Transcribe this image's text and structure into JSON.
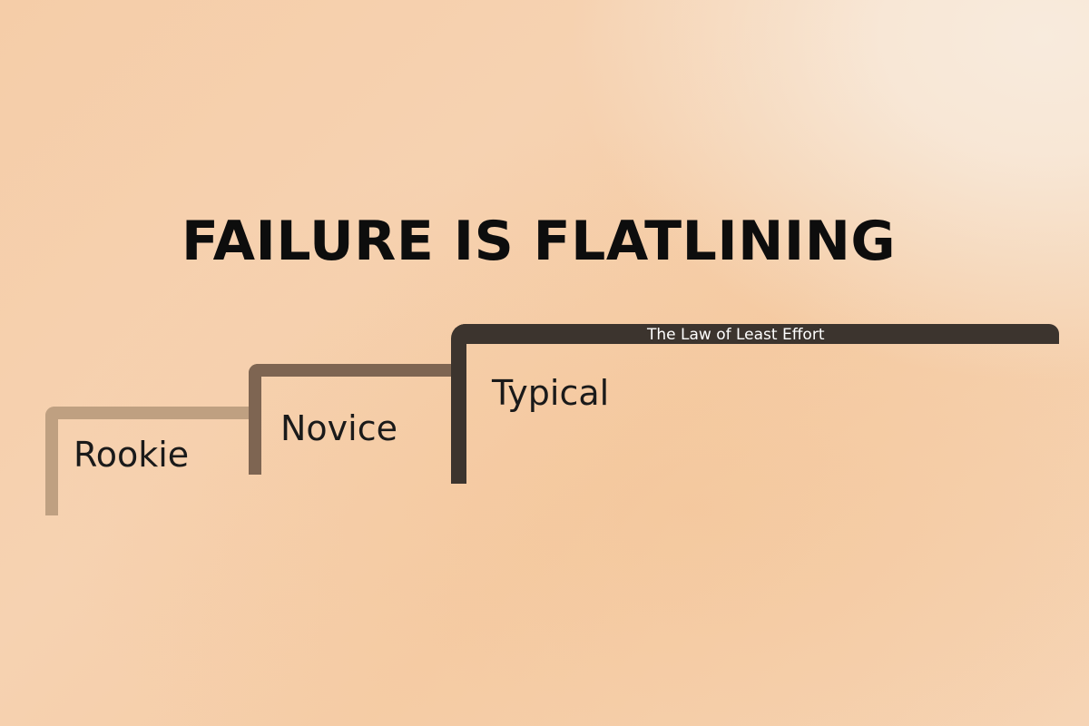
{
  "title": "FAILURE IS FLATLINING",
  "steps": [
    {
      "label": "Rookie",
      "color": "#bfa081"
    },
    {
      "label": "Novice",
      "color": "#7e6552"
    },
    {
      "label": "Typical",
      "color": "#3c342e"
    }
  ],
  "plateau_label": "The Law of Least Effort",
  "colors": {
    "background": "#f5cda8",
    "title": "#0d0d0d",
    "plateau_text": "#ffffff"
  }
}
